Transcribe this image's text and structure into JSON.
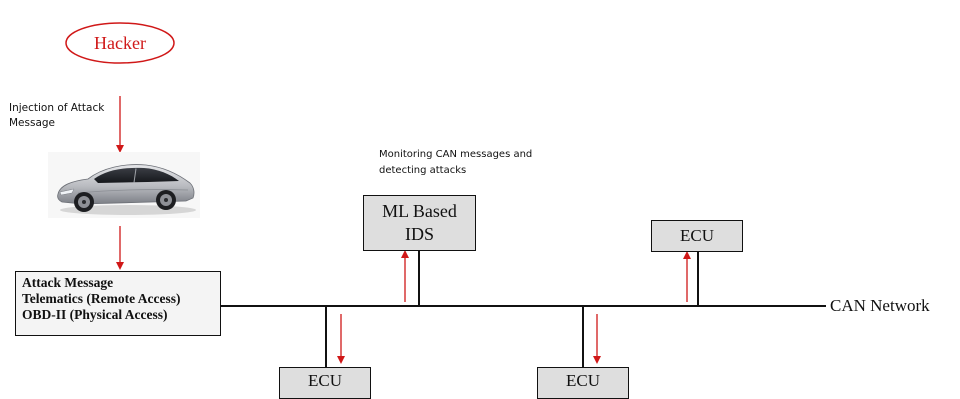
{
  "hacker": {
    "label": "Hacker"
  },
  "injection_note": {
    "line1": "Injection of Attack",
    "line2": "Message"
  },
  "monitor_note": {
    "line1": "Monitoring CAN messages and",
    "line2": "detecting attacks"
  },
  "ids_box": {
    "line1": "ML Based",
    "line2": "IDS"
  },
  "source_box": {
    "lines": [
      "Attack Message",
      "Telematics (Remote Access)",
      "OBD-II (Physical Access)"
    ]
  },
  "ecus": {
    "top_right": "ECU",
    "bottom_left": "ECU",
    "bottom_mid": "ECU"
  },
  "bus": {
    "label": "CAN Network"
  },
  "colors": {
    "accent": "#d01818",
    "box_fill": "#dedede",
    "line": "#111111"
  }
}
